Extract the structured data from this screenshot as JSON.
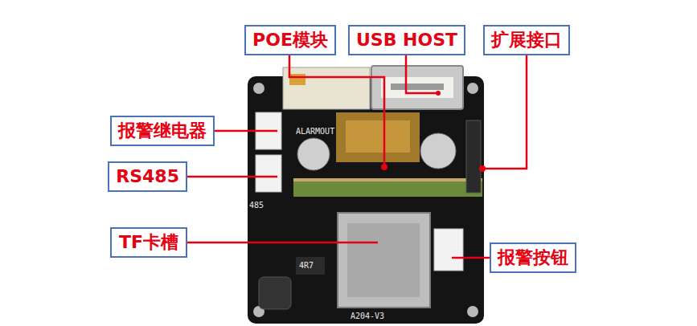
{
  "diagram": {
    "nodes": [
      {
        "text": [
          "POE模块"
        ]
      },
      {
        "text": [
          "USB HOST"
        ]
      },
      {
        "text": [
          "扩展接口"
        ]
      },
      {
        "text": [
          "报警继电器"
        ]
      },
      {
        "text": [
          "RS485"
        ]
      },
      {
        "text": [
          "TF卡槽"
        ]
      },
      {
        "text": [
          "报警按钮"
        ]
      }
    ],
    "labels": [
      "ALARMOUT",
      "485",
      "4R7",
      "A204-V3"
    ]
  }
}
